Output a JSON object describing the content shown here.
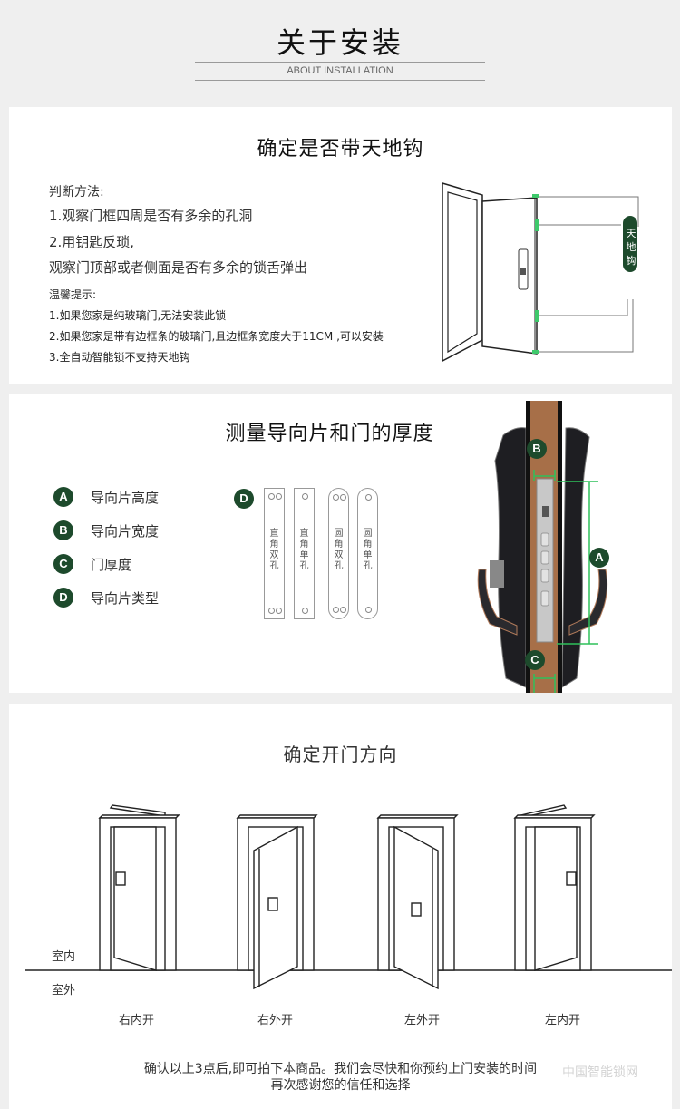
{
  "header": {
    "title": "关于安装",
    "subtitle": "ABOUT INSTALLATION"
  },
  "section1": {
    "title": "确定是否带天地钩",
    "method_heading": "判断方法:",
    "method_lines": [
      "1.观察门框四周是否有多余的孔洞",
      "2.用钥匙反琐,",
      "观察门顶部或者侧面是否有多余的锁舌弹出"
    ],
    "tips_heading": "温馨提示:",
    "tips": [
      "1.如果您家是纯玻璃门,无法安装此锁",
      "2.如果您家是带有边框条的玻璃门,且边框条宽度大于11CM ,可以安装",
      "3.全自动智能锁不支持天地钩"
    ],
    "diagram_tag": [
      "天",
      "地",
      "钩"
    ],
    "accent_color": "#1d4a2c",
    "hook_color": "#3ec96b"
  },
  "section2": {
    "title": "测量导向片和门的厚度",
    "legend": [
      {
        "badge": "A",
        "label": "导向片高度"
      },
      {
        "badge": "B",
        "label": "导向片宽度"
      },
      {
        "badge": "C",
        "label": "门厚度"
      },
      {
        "badge": "D",
        "label": "导向片类型"
      }
    ],
    "plate_badge": "D",
    "plates": [
      {
        "label": [
          "直",
          "角",
          "双",
          "孔"
        ],
        "shape": "square",
        "holes": 2
      },
      {
        "label": [
          "直",
          "角",
          "单",
          "孔"
        ],
        "shape": "square",
        "holes": 1
      },
      {
        "label": [
          "圆",
          "角",
          "双",
          "孔"
        ],
        "shape": "round",
        "holes": 2
      },
      {
        "label": [
          "圆",
          "角",
          "单",
          "孔"
        ],
        "shape": "round",
        "holes": 1
      }
    ],
    "photo_badges": {
      "a": "A",
      "b": "B",
      "c": "C"
    },
    "measure_color": "#2fc05a"
  },
  "section3": {
    "title": "确定开门方向",
    "indoor": "室内",
    "outdoor": "室外",
    "doors": [
      {
        "label": "右内开"
      },
      {
        "label": "右外开"
      },
      {
        "label": "左外开"
      },
      {
        "label": "左内开"
      }
    ],
    "footer_line1": "确认以上3点后,即可拍下本商品。我们会尽快和你预约上门安装的时间",
    "footer_line2": "再次感谢您的信任和选择",
    "watermark": "中国智能锁网"
  }
}
